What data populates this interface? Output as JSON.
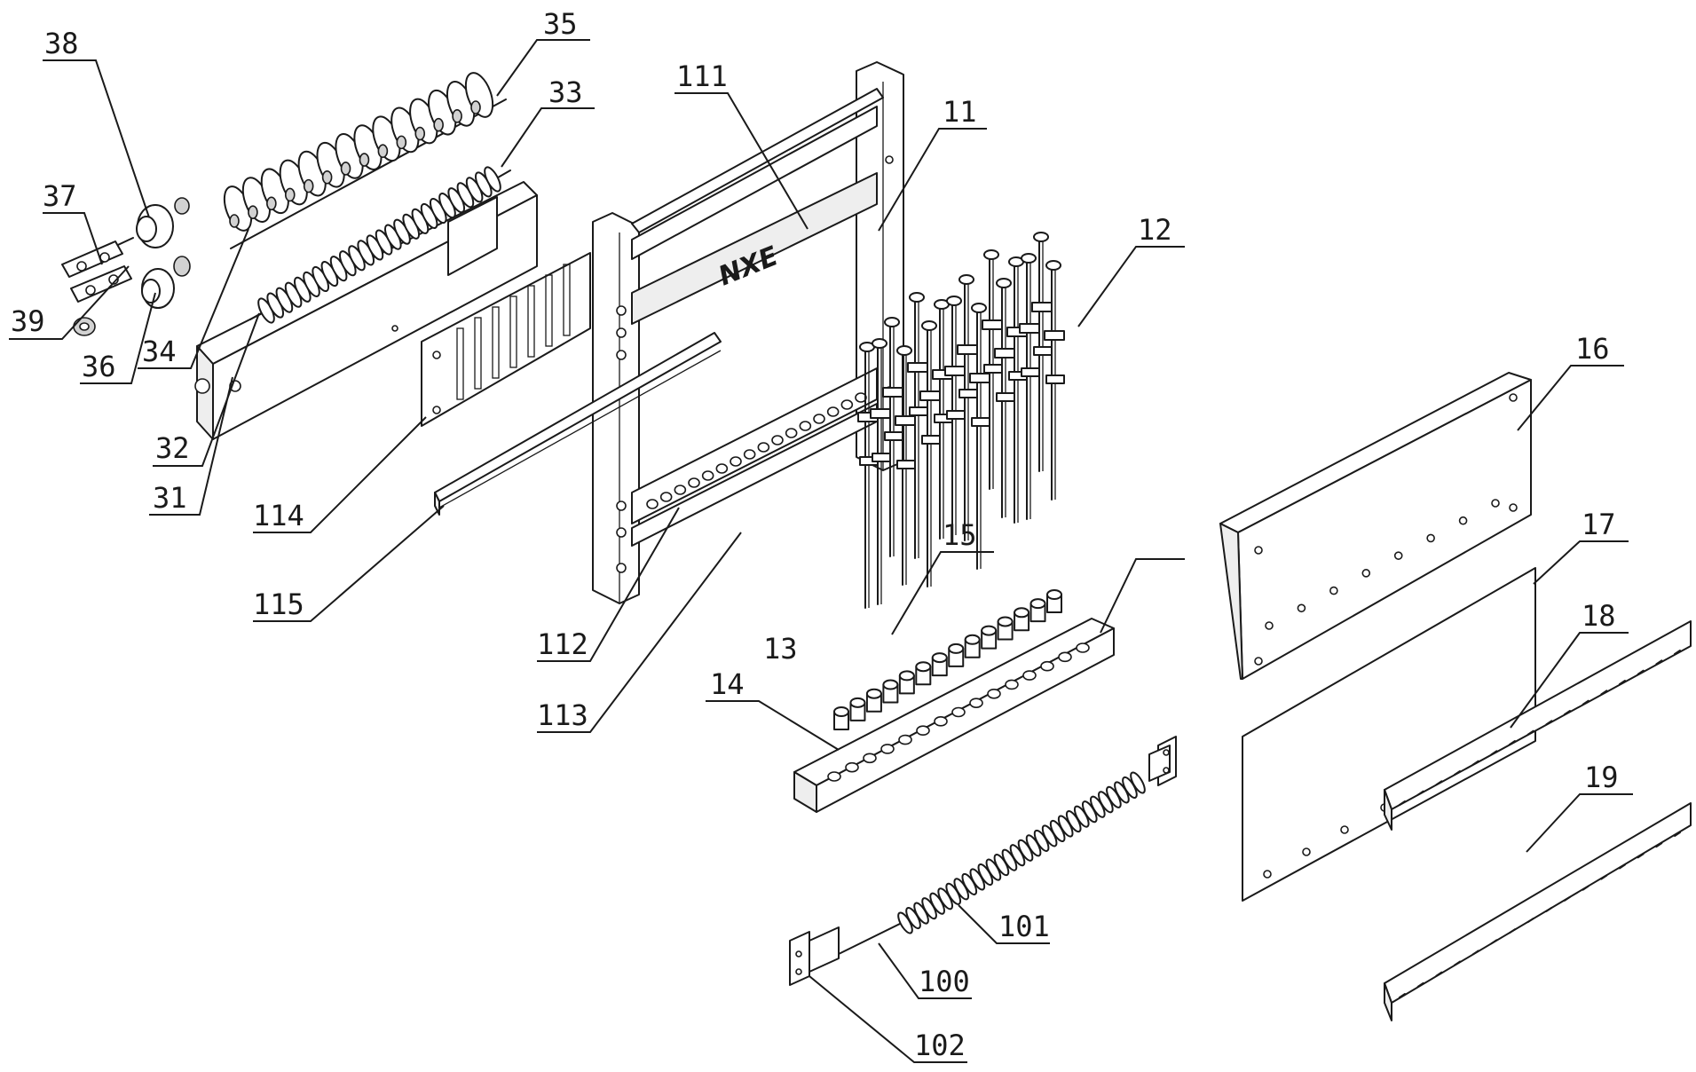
{
  "drawing": {
    "logo_text": "NXE",
    "labels": {
      "l35": "35",
      "l38": "38",
      "l33": "33",
      "l37": "37",
      "l39": "39",
      "l34": "34",
      "l36": "36",
      "l32": "32",
      "l31": "31",
      "l114": "114",
      "l115": "115",
      "l111": "111",
      "l11": "11",
      "l12": "12",
      "l112": "112",
      "l113": "113",
      "l13": "13",
      "l14": "14",
      "l15": "15",
      "l16": "16",
      "l17": "17",
      "l18": "18",
      "l19": "19",
      "l101": "101",
      "l100": "100",
      "l102": "102"
    }
  }
}
